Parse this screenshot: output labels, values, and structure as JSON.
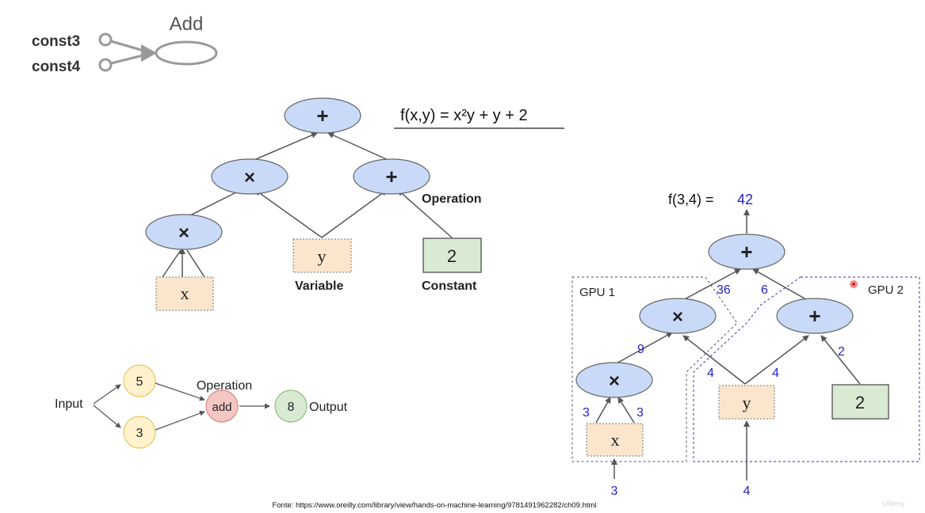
{
  "tf_mini": {
    "input_a": "const3",
    "input_b": "const4",
    "op": "Add"
  },
  "graph": {
    "formula": "f(x,y) = x²y + y + 2",
    "root_op": "+",
    "mul_op": "×",
    "add_op": "+",
    "inner_mul_op": "×",
    "var_x": "x",
    "var_y": "y",
    "const_2": "2",
    "label_operation": "Operation",
    "label_variable": "Variable",
    "label_constant": "Constant"
  },
  "simple": {
    "label_input": "Input",
    "in_a": "5",
    "in_b": "3",
    "label_operation": "Operation",
    "op": "add",
    "out": "8",
    "label_output": "Output"
  },
  "parallel": {
    "result_label": "f(3,4) =",
    "result_value": "42",
    "root_op": "+",
    "mul_op": "×",
    "add_op": "+",
    "inner_mul_op": "×",
    "var_x": "x",
    "var_y": "y",
    "const_2": "2",
    "gpu1": "GPU 1",
    "gpu2": "GPU 2",
    "val_36": "36",
    "val_6": "6",
    "val_9": "9",
    "val_4a": "4",
    "val_4b": "4",
    "val_2": "2",
    "val_3a": "3",
    "val_3b": "3",
    "input_x": "3",
    "input_y": "4"
  },
  "source": "Fonte: https://www.oreilly.com/library/view/hands-on-machine-learning/9781491962282/ch09.html",
  "colors": {
    "op_fill": "#c9daf8",
    "var_fill": "#fce5cd",
    "const_fill": "#d9ead3",
    "value_blue": "#2323c8",
    "in_fill": "#fff2cc",
    "add_fill": "#f4c7c3",
    "out_fill": "#d9ead3"
  }
}
